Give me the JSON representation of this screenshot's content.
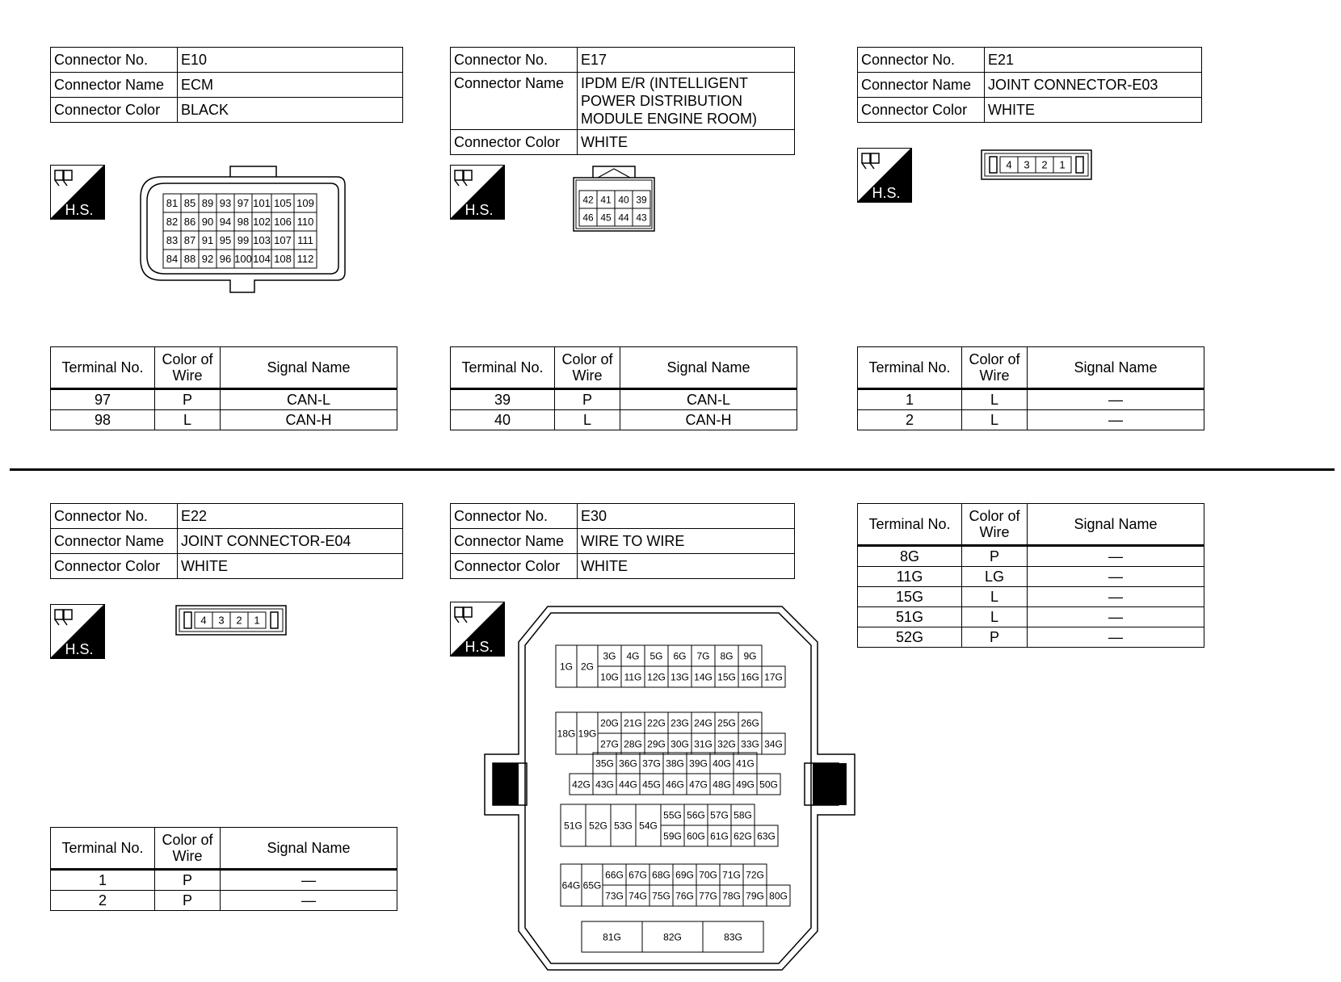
{
  "common": {
    "labels": {
      "connector_no": "Connector No.",
      "connector_name": "Connector Name",
      "connector_color": "Connector Color"
    },
    "term_headers": {
      "terminal": "Terminal No.",
      "color": "Color of Wire",
      "signal": "Signal Name"
    },
    "hs_label": "H.S."
  },
  "e10": {
    "number": "E10",
    "name": "ECM",
    "color": "BLACK",
    "grid": [
      [
        "81",
        "85",
        "89",
        "93",
        "97",
        "101",
        "105",
        "109"
      ],
      [
        "82",
        "86",
        "90",
        "94",
        "98",
        "102",
        "106",
        "110"
      ],
      [
        "83",
        "87",
        "91",
        "95",
        "99",
        "103",
        "107",
        "111"
      ],
      [
        "84",
        "88",
        "92",
        "96",
        "100",
        "104",
        "108",
        "112"
      ]
    ],
    "terminals": [
      {
        "no": "97",
        "wire": "P",
        "signal": "CAN-L"
      },
      {
        "no": "98",
        "wire": "L",
        "signal": "CAN-H"
      }
    ]
  },
  "e17": {
    "number": "E17",
    "name": "IPDM E/R (INTELLIGENT POWER DISTRIBUTION MODULE ENGINE ROOM)",
    "color": "WHITE",
    "grid": [
      [
        "42",
        "41",
        "40",
        "39"
      ],
      [
        "46",
        "45",
        "44",
        "43"
      ]
    ],
    "terminals": [
      {
        "no": "39",
        "wire": "P",
        "signal": "CAN-L"
      },
      {
        "no": "40",
        "wire": "L",
        "signal": "CAN-H"
      }
    ]
  },
  "e21": {
    "number": "E21",
    "name": "JOINT CONNECTOR-E03",
    "color": "WHITE",
    "pins": [
      "4",
      "3",
      "2",
      "1"
    ],
    "terminals": [
      {
        "no": "1",
        "wire": "L",
        "signal": "—"
      },
      {
        "no": "2",
        "wire": "L",
        "signal": "—"
      }
    ]
  },
  "e22": {
    "number": "E22",
    "name": "JOINT CONNECTOR-E04",
    "color": "WHITE",
    "pins": [
      "4",
      "3",
      "2",
      "1"
    ],
    "terminals": [
      {
        "no": "1",
        "wire": "P",
        "signal": "—"
      },
      {
        "no": "2",
        "wire": "P",
        "signal": "—"
      }
    ]
  },
  "e30": {
    "number": "E30",
    "name": "WIRE TO WIRE",
    "color": "WHITE",
    "big_labels": [
      "1G",
      "2G",
      "18G",
      "19G",
      "51G",
      "52G",
      "53G",
      "54G",
      "64G",
      "65G"
    ],
    "row1_top": [
      "3G",
      "4G",
      "5G",
      "6G",
      "7G",
      "8G",
      "9G"
    ],
    "row1_bottom": [
      "10G",
      "11G",
      "12G",
      "13G",
      "14G",
      "15G",
      "16G",
      "17G"
    ],
    "row2_top": [
      "20G",
      "21G",
      "22G",
      "23G",
      "24G",
      "25G",
      "26G"
    ],
    "row2_bottom": [
      "27G",
      "28G",
      "29G",
      "30G",
      "31G",
      "32G",
      "33G",
      "34G"
    ],
    "row3_top": [
      "35G",
      "36G",
      "37G",
      "38G",
      "39G",
      "40G",
      "41G"
    ],
    "row3_bottom": [
      "42G",
      "43G",
      "44G",
      "45G",
      "46G",
      "47G",
      "48G",
      "49G",
      "50G"
    ],
    "row4_top": [
      "55G",
      "56G",
      "57G",
      "58G"
    ],
    "row4_bottom": [
      "59G",
      "60G",
      "61G",
      "62G",
      "63G"
    ],
    "row5_top": [
      "66G",
      "67G",
      "68G",
      "69G",
      "70G",
      "71G",
      "72G"
    ],
    "row5_bottom": [
      "73G",
      "74G",
      "75G",
      "76G",
      "77G",
      "78G",
      "79G",
      "80G"
    ],
    "row6": [
      "81G",
      "82G",
      "83G"
    ],
    "terminals": [
      {
        "no": "8G",
        "wire": "P",
        "signal": "—"
      },
      {
        "no": "11G",
        "wire": "LG",
        "signal": "—"
      },
      {
        "no": "15G",
        "wire": "L",
        "signal": "—"
      },
      {
        "no": "51G",
        "wire": "L",
        "signal": "—"
      },
      {
        "no": "52G",
        "wire": "P",
        "signal": "—"
      }
    ]
  }
}
